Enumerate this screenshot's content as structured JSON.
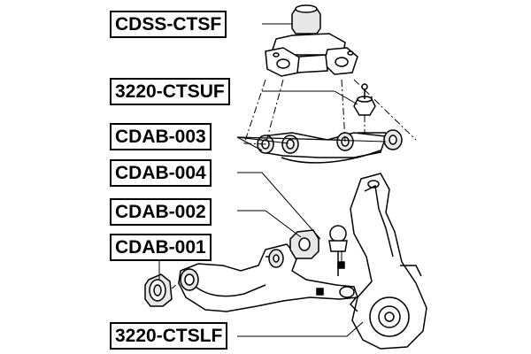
{
  "labels": {
    "top_mount": "CDSS-CTSF",
    "upper_ball_joint": "3220-CTSUF",
    "upper_arm_bushing": "CDAB-003",
    "lower_arm_rear_bushing": "CDAB-004",
    "lower_arm_front_bushing": "CDAB-002",
    "lower_arm_bushing": "CDAB-001",
    "lower_ball_joint": "3220-CTSLF"
  },
  "colors": {
    "line": "#000000",
    "background": "#ffffff",
    "part_fill": "#ffffff",
    "rubber_fill": "#e8e8e8"
  }
}
